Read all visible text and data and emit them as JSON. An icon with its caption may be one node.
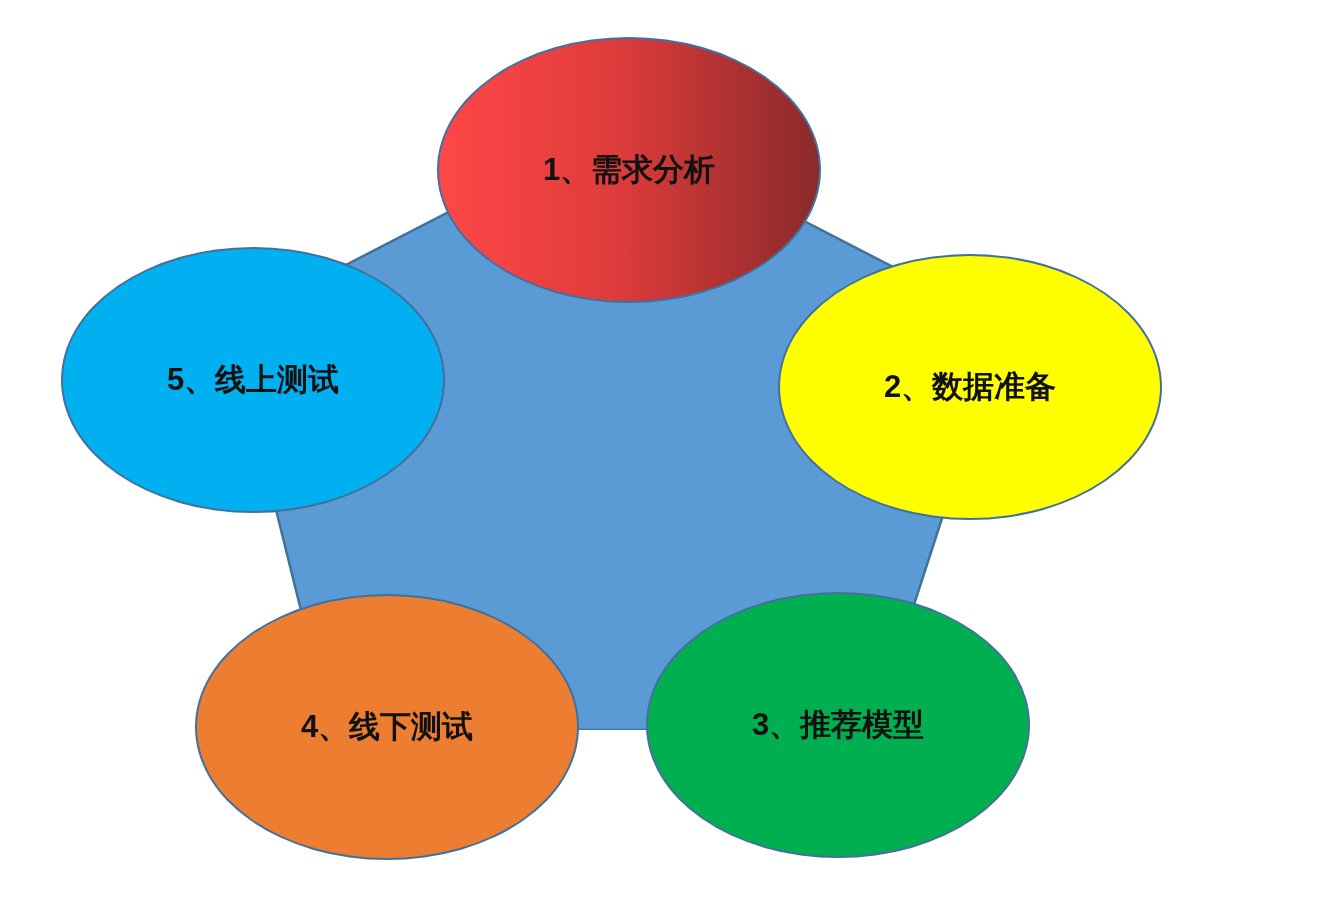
{
  "diagram": {
    "nodes": [
      {
        "text": [],
        "shape": "pentagon"
      },
      {
        "text": [
          "1、需求分析"
        ]
      },
      {
        "text": [
          "2、数据准备"
        ]
      },
      {
        "text": [
          "3、推荐模型"
        ]
      },
      {
        "text": [
          "4、线下测试"
        ]
      },
      {
        "text": [
          "5、线上测试"
        ]
      }
    ],
    "edges": []
  }
}
